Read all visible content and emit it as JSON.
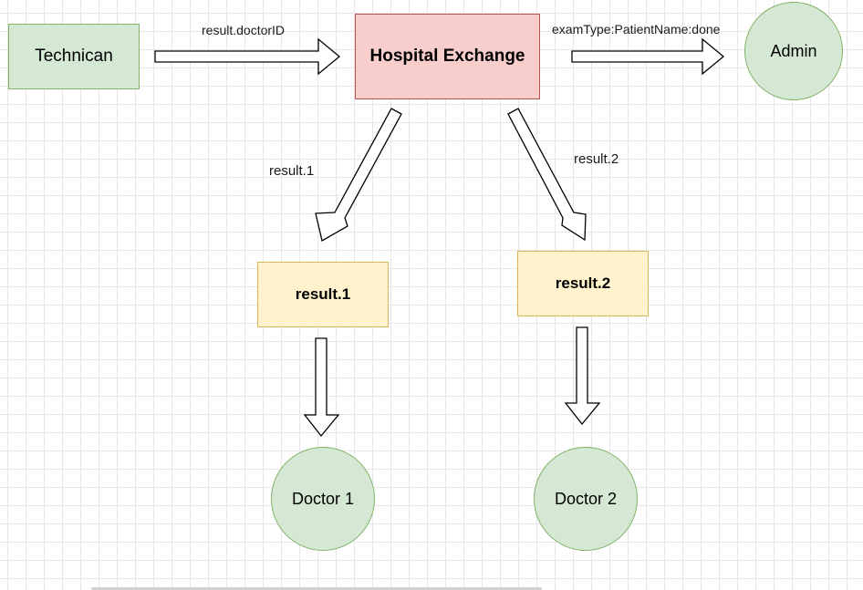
{
  "nodes": {
    "technican": "Technican",
    "exchange": "Hospital Exchange",
    "admin": "Admin",
    "queue1": "result.1",
    "queue2": "result.2",
    "doctor1": "Doctor 1",
    "doctor2": "Doctor 2"
  },
  "edges": {
    "technican_to_exchange": "result.doctorID",
    "exchange_to_admin": "examType:PatientName:done",
    "exchange_to_queue1": "result.1",
    "exchange_to_queue2": "result.2"
  },
  "colors": {
    "green_fill": "#d5e8d4",
    "green_stroke": "#82b366",
    "red_fill": "#f8cecc",
    "red_stroke": "#b85450",
    "yellow_fill": "#fff2cc",
    "yellow_stroke": "#d6b656"
  }
}
